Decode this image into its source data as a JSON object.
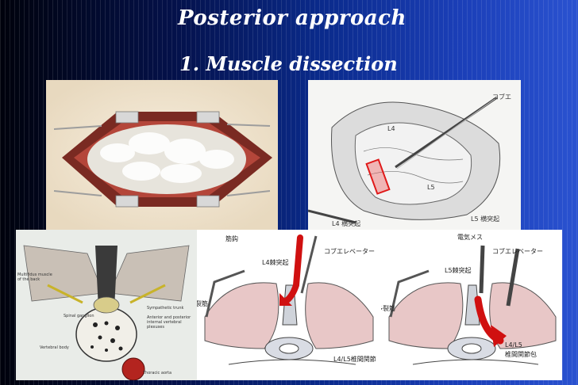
{
  "slide": {
    "title": "Posterior approach",
    "subtitle": "1. Muscle dissection"
  },
  "figure_top_right": {
    "labels": {
      "kobu": "コブエ",
      "l4": "L4",
      "l5": "L5",
      "l4_transverse": "L4 横突起",
      "l5_transverse": "L5 横突起"
    }
  },
  "figure_bottom_left": {
    "labels": [
      "Multifidus muscle",
      "of the back",
      "Spinal ganglion",
      "Sympathetic trunk",
      "Anterior and posterior",
      "internal vertebral",
      "plexuses",
      "Vertebral body",
      "Thoracic aorta"
    ]
  },
  "figure_bottom_middle": {
    "labels": {
      "hook": "筋鈎",
      "elevator": "コブエレベーター",
      "l4_spinous": "L4棘突起",
      "muscle": "多裂筋",
      "facet": "L4/L5椎間関節"
    }
  },
  "figure_bottom_right": {
    "labels": {
      "mes": "電気メス",
      "elevator": "コブエレベーター",
      "l5_spinous": "L5棘突起",
      "muscle": "多裂筋",
      "facet_line1": "L4/L5",
      "facet_line2": "椎間関節包"
    }
  }
}
